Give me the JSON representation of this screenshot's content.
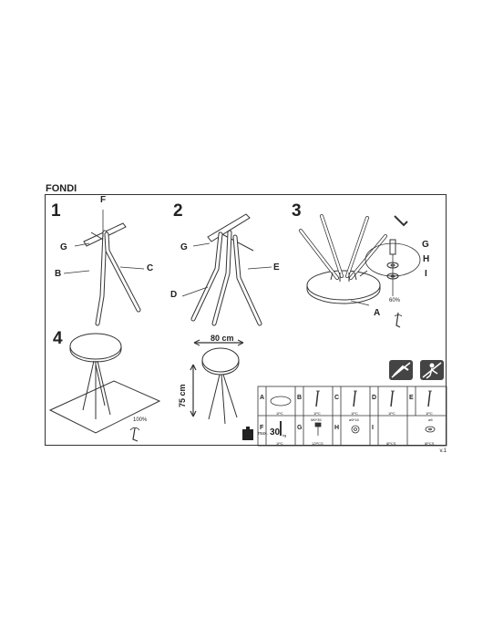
{
  "product": "FONDI",
  "steps": [
    "1",
    "2",
    "3",
    "4"
  ],
  "step1": {
    "labels": [
      "F",
      "G",
      "B",
      "C"
    ]
  },
  "step2": {
    "labels": [
      "G",
      "E",
      "D"
    ]
  },
  "step3": {
    "labels": [
      "G",
      "H",
      "I",
      "A"
    ],
    "percent": "60%"
  },
  "step4": {
    "percent": "100%"
  },
  "dimensions": {
    "width": "80 cm",
    "height": "75 cm"
  },
  "load": {
    "prefix": "max.",
    "value": "30",
    "unit": "kg"
  },
  "parts_row1": [
    {
      "code": "A",
      "qty": "1PC"
    },
    {
      "code": "B",
      "qty": "1PC"
    },
    {
      "code": "C",
      "qty": "1PC"
    },
    {
      "code": "D",
      "qty": "1PC"
    },
    {
      "code": "E",
      "qty": "1PC"
    }
  ],
  "parts_row2": [
    {
      "code": "F",
      "qty": "1PC",
      "size": ""
    },
    {
      "code": "G",
      "qty": "12PCS",
      "size": "M6*35"
    },
    {
      "code": "H",
      "qty": "8PCS",
      "size": "ø6*16"
    },
    {
      "code": "I",
      "qty": "8PCS",
      "size": "ø6"
    }
  ],
  "version": "v.1"
}
